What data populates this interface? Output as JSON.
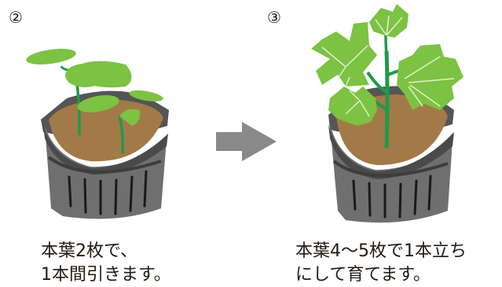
{
  "steps": [
    {
      "number": "②",
      "caption_line1": "本葉2枚で、",
      "caption_line2": "1本間引きます。"
    },
    {
      "number": "③",
      "caption_line1": "本葉4〜5枚で1本立ち",
      "caption_line2": "にして育てます。"
    }
  ],
  "colors": {
    "leaf": "#7cc243",
    "leaf_vein": "#e4f0c8",
    "stem": "#1f9a4a",
    "soil": "#a27a48",
    "pot_dark": "#555555",
    "pot_mid": "#777777",
    "arrow": "#898989",
    "text": "#231815"
  },
  "icons": {
    "arrow": "arrow-right-icon"
  }
}
